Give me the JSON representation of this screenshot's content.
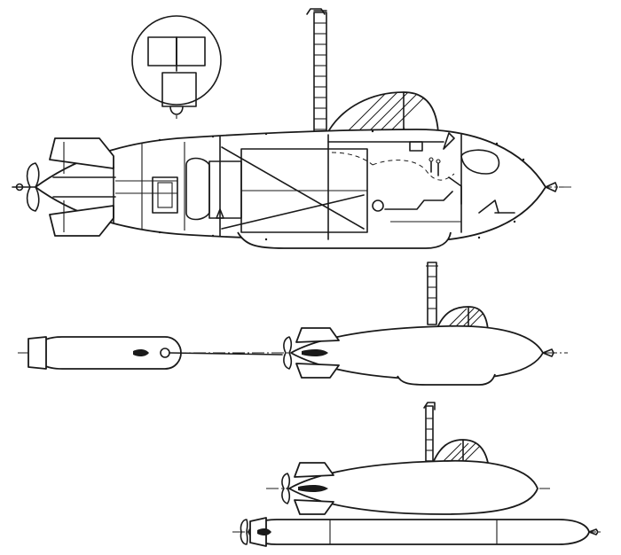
{
  "drawing": {
    "ink": "#1a1a1a",
    "paper": "#ffffff",
    "views": [
      "front-section-view",
      "side-cutaway-view",
      "towing-view",
      "piggyback-view"
    ]
  }
}
